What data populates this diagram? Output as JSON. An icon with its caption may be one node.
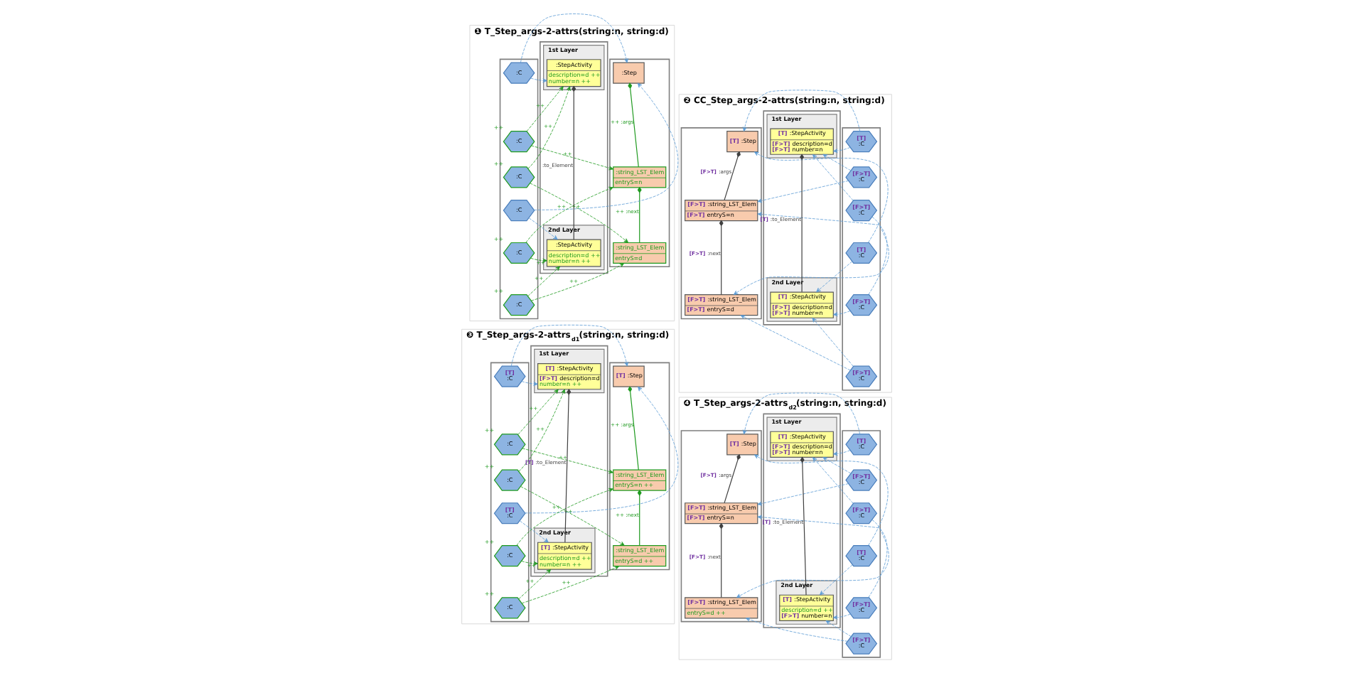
{
  "diagram": {
    "nodes": [
      {
        "text": [
          "❶ T_Step_args-2-attrs(string:n, string:d)"
        ]
      },
      {
        "text": [],
        "shape": "box",
        "in": 0
      },
      {
        "text": [
          ":Step"
        ],
        "in": 1
      },
      {
        "text": [
          ":string_LST_Elem",
          "entryS=n"
        ],
        "in": 1
      },
      {
        "text": [
          ":string_LST_Elem",
          "entryS=d"
        ],
        "in": 1
      },
      {
        "text": [],
        "shape": "box",
        "in": 0
      },
      {
        "text": [
          ":C"
        ],
        "in": 5
      },
      {
        "text": [
          ":C"
        ],
        "beside": [
          "++"
        ],
        "in": 5
      },
      {
        "text": [
          ":C"
        ],
        "beside": [
          "++"
        ],
        "in": 5
      },
      {
        "text": [
          ":C"
        ],
        "in": 5
      },
      {
        "text": [
          ":C"
        ],
        "beside": [
          "++"
        ],
        "in": 5
      },
      {
        "text": [
          ":C"
        ],
        "beside": [
          "++"
        ],
        "in": 5
      },
      {
        "text": [],
        "shape": "box",
        "in": 0
      },
      {
        "text": [
          "1st Layer"
        ],
        "in": 12
      },
      {
        "text": [
          ":StepActivity",
          "description=d ++",
          "number=n ++"
        ],
        "in": 13
      },
      {
        "text": [
          "2nd Layer"
        ],
        "in": 12
      },
      {
        "text": [
          ":StepActivity",
          "description=d ++",
          "number=n ++"
        ],
        "in": 15
      },
      {
        "text": [
          "❷ CC_Step_args-2-attrs(string:n, string:d)"
        ]
      },
      {
        "text": [],
        "shape": "box",
        "in": 17
      },
      {
        "text": [
          "[T] :Step"
        ],
        "in": 18
      },
      {
        "text": [
          "[F>T] :string_LST_Elem",
          "[F>T] entryS=n"
        ],
        "in": 18
      },
      {
        "text": [
          "[F>T] :string_LST_Elem",
          "[F>T] entryS=d"
        ],
        "in": 18
      },
      {
        "text": [],
        "shape": "box",
        "in": 17
      },
      {
        "text": [
          "[T] :C"
        ],
        "in": 22
      },
      {
        "text": [
          "[F>T] :C"
        ],
        "in": 22
      },
      {
        "text": [
          "[F>T] :C"
        ],
        "in": 22
      },
      {
        "text": [
          "[T] :C"
        ],
        "in": 22
      },
      {
        "text": [
          "[F>T] :C"
        ],
        "in": 22
      },
      {
        "text": [
          "[F>T] :C"
        ],
        "in": 22
      },
      {
        "text": [],
        "shape": "box",
        "in": 17
      },
      {
        "text": [
          "1st Layer"
        ],
        "in": 29
      },
      {
        "text": [
          "[T] :StepActivity",
          "[F>T] description=d",
          "[F>T] number=n"
        ],
        "in": 30
      },
      {
        "text": [
          "2nd Layer"
        ],
        "in": 29
      },
      {
        "text": [
          "[T] :StepActivity",
          "[F>T] description=d",
          "[F>T] number=n"
        ],
        "in": 32
      },
      {
        "text": [
          "❸ T_Step_args-2-attrs$_{d1}$(string:n, string:d)"
        ]
      },
      {
        "text": [],
        "shape": "box",
        "in": 34
      },
      {
        "text": [
          "[T] :Step"
        ],
        "in": 35
      },
      {
        "text": [
          ":string_LST_Elem",
          "entryS=n ++"
        ],
        "in": 35
      },
      {
        "text": [
          ":string_LST_Elem",
          "entryS=d ++"
        ],
        "in": 35
      },
      {
        "text": [],
        "shape": "box",
        "in": 34
      },
      {
        "text": [
          "[T] :C"
        ],
        "in": 39
      },
      {
        "text": [
          ":C"
        ],
        "beside": [
          "++"
        ],
        "in": 39
      },
      {
        "text": [
          ":C"
        ],
        "beside": [
          "++"
        ],
        "in": 39
      },
      {
        "text": [
          "[T] :C"
        ],
        "in": 39
      },
      {
        "text": [
          ":C"
        ],
        "beside": [
          "++"
        ],
        "in": 39
      },
      {
        "text": [
          ":C"
        ],
        "beside": [
          "++"
        ],
        "in": 39
      },
      {
        "text": [],
        "shape": "box",
        "in": 34
      },
      {
        "text": [
          "1st Layer"
        ],
        "in": 46
      },
      {
        "text": [
          "[T] :StepActivity",
          "[F>T] description=d",
          "number=n ++"
        ],
        "in": 47
      },
      {
        "text": [
          "2nd Layer"
        ],
        "in": 46
      },
      {
        "text": [
          "[T] :StepActivity",
          "description=d ++",
          "number=n ++"
        ],
        "in": 49
      },
      {
        "text": [
          "❹ T_Step_args-2-attrs$_{d2}$(string:n, string:d)"
        ]
      },
      {
        "text": [],
        "shape": "box",
        "in": 51
      },
      {
        "text": [
          "[T] :Step"
        ],
        "in": 52
      },
      {
        "text": [
          "[F>T] :string_LST_Elem",
          "[F>T] entryS=n"
        ],
        "in": 52
      },
      {
        "text": [
          "[F>T] :string_LST_Elem",
          "entryS=d ++"
        ],
        "in": 52
      },
      {
        "text": [],
        "shape": "box",
        "in": 51
      },
      {
        "text": [
          "[T] :C"
        ],
        "in": 56
      },
      {
        "text": [
          "[F>T] :C"
        ],
        "in": 56
      },
      {
        "text": [
          "[F>T] :C"
        ],
        "in": 56
      },
      {
        "text": [
          "[T] :C"
        ],
        "in": 56
      },
      {
        "text": [
          "[F>T] :C"
        ],
        "in": 56
      },
      {
        "text": [
          "[F>T] :C"
        ],
        "in": 56
      },
      {
        "text": [],
        "shape": "box",
        "in": 51
      },
      {
        "text": [
          "1st Layer"
        ],
        "in": 63
      },
      {
        "text": [
          "[T] :StepActivity",
          "[F>T] description=d",
          "[F>T] number=n"
        ],
        "in": 64
      },
      {
        "text": [
          "2nd Layer"
        ],
        "in": 63
      },
      {
        "text": [
          "[T] :StepActivity",
          "description=d ++",
          "[F>T] number=n"
        ],
        "in": 66
      }
    ],
    "edges": [
      {
        "from": 6,
        "to": 2,
        "arrow": "to",
        "style": "dashed"
      },
      {
        "from": 6,
        "to": 14,
        "arrow": "to",
        "style": "dashed"
      },
      {
        "from": 7,
        "to": 3,
        "arrow": "to",
        "style": "dashed",
        "color": "#1f9a1f",
        "label": "++"
      },
      {
        "from": 7,
        "to": 14,
        "arrow": "to",
        "style": "dashed",
        "color": "#1f9a1f",
        "label": "++"
      },
      {
        "from": 8,
        "to": 4,
        "arrow": "to",
        "style": "dashed",
        "color": "#1f9a1f",
        "label": "++"
      },
      {
        "from": 8,
        "to": 14,
        "arrow": "to",
        "style": "dashed",
        "color": "#1f9a1f",
        "label": "++"
      },
      {
        "from": 9,
        "to": 2,
        "arrow": "to",
        "style": "dashed"
      },
      {
        "from": 9,
        "to": 16,
        "arrow": "to",
        "style": "dashed"
      },
      {
        "from": 10,
        "to": 3,
        "arrow": "to",
        "style": "dashed",
        "color": "#1f9a1f",
        "label": "++"
      },
      {
        "from": 10,
        "to": 16,
        "arrow": "to",
        "style": "dashed",
        "color": "#1f9a1f",
        "label": "++"
      },
      {
        "from": 11,
        "to": 4,
        "arrow": "to",
        "style": "dashed",
        "color": "#1f9a1f",
        "label": "++"
      },
      {
        "from": 11,
        "to": 16,
        "arrow": "to",
        "style": "dashed",
        "color": "#1f9a1f",
        "label": "++"
      },
      {
        "from": 2,
        "to": 3,
        "arrow": "other",
        "label": "++ :args",
        "color": "#1f9a1f"
      },
      {
        "from": 3,
        "to": 4,
        "arrow": "other",
        "label": "++ :next",
        "color": "#1f9a1f"
      },
      {
        "from": 14,
        "to": 16,
        "arrow": "other",
        "label": ":to_Element",
        "color": "#404040"
      },
      {
        "from": 23,
        "to": 19,
        "arrow": "to",
        "style": "dashed"
      },
      {
        "from": 23,
        "to": 31,
        "arrow": "to",
        "style": "dashed"
      },
      {
        "from": 24,
        "to": 20,
        "arrow": "to",
        "style": "dashed"
      },
      {
        "from": 24,
        "to": 31,
        "arrow": "to",
        "style": "dashed"
      },
      {
        "from": 25,
        "to": 21,
        "arrow": "to",
        "style": "dashed"
      },
      {
        "from": 25,
        "to": 31,
        "arrow": "to",
        "style": "dashed"
      },
      {
        "from": 26,
        "to": 19,
        "arrow": "to",
        "style": "dashed"
      },
      {
        "from": 26,
        "to": 33,
        "arrow": "to",
        "style": "dashed"
      },
      {
        "from": 27,
        "to": 20,
        "arrow": "to",
        "style": "dashed"
      },
      {
        "from": 27,
        "to": 33,
        "arrow": "to",
        "style": "dashed"
      },
      {
        "from": 28,
        "to": 21,
        "arrow": "to",
        "style": "dashed"
      },
      {
        "from": 28,
        "to": 33,
        "arrow": "to",
        "style": "dashed"
      },
      {
        "from": 19,
        "to": 20,
        "arrow": "other",
        "label": "[F>T] :args",
        "color": "#404040"
      },
      {
        "from": 20,
        "to": 21,
        "arrow": "other",
        "label": "[F>T] :next",
        "color": "#404040"
      },
      {
        "from": 31,
        "to": 33,
        "arrow": "other",
        "label": "[T] :to_Element",
        "color": "#404040"
      },
      {
        "from": 40,
        "to": 36,
        "arrow": "to",
        "style": "dashed"
      },
      {
        "from": 40,
        "to": 48,
        "arrow": "to",
        "style": "dashed"
      },
      {
        "from": 41,
        "to": 37,
        "arrow": "to",
        "style": "dashed",
        "color": "#1f9a1f",
        "label": "++"
      },
      {
        "from": 41,
        "to": 48,
        "arrow": "to",
        "style": "dashed",
        "color": "#1f9a1f",
        "label": "++"
      },
      {
        "from": 42,
        "to": 38,
        "arrow": "to",
        "style": "dashed",
        "color": "#1f9a1f",
        "label": "++"
      },
      {
        "from": 42,
        "to": 48,
        "arrow": "to",
        "style": "dashed",
        "color": "#1f9a1f",
        "label": "++"
      },
      {
        "from": 43,
        "to": 36,
        "arrow": "to",
        "style": "dashed"
      },
      {
        "from": 43,
        "to": 50,
        "arrow": "to",
        "style": "dashed"
      },
      {
        "from": 44,
        "to": 37,
        "arrow": "to",
        "style": "dashed",
        "color": "#1f9a1f",
        "label": "++"
      },
      {
        "from": 44,
        "to": 50,
        "arrow": "to",
        "style": "dashed",
        "color": "#1f9a1f",
        "label": "++"
      },
      {
        "from": 45,
        "to": 38,
        "arrow": "to",
        "style": "dashed",
        "color": "#1f9a1f",
        "label": "++"
      },
      {
        "from": 45,
        "to": 50,
        "arrow": "to",
        "style": "dashed",
        "color": "#1f9a1f",
        "label": "++"
      },
      {
        "from": 36,
        "to": 37,
        "arrow": "other",
        "label": "++ :args",
        "color": "#1f9a1f"
      },
      {
        "from": 37,
        "to": 38,
        "arrow": "other",
        "label": "++ :next",
        "color": "#1f9a1f"
      },
      {
        "from": 48,
        "to": 50,
        "arrow": "other",
        "label": "[T] :to_Element",
        "color": "#404040"
      },
      {
        "from": 57,
        "to": 53,
        "arrow": "to",
        "style": "dashed"
      },
      {
        "from": 57,
        "to": 65,
        "arrow": "to",
        "style": "dashed"
      },
      {
        "from": 58,
        "to": 54,
        "arrow": "to",
        "style": "dashed"
      },
      {
        "from": 58,
        "to": 65,
        "arrow": "to",
        "style": "dashed"
      },
      {
        "from": 59,
        "to": 55,
        "arrow": "to",
        "style": "dashed"
      },
      {
        "from": 59,
        "to": 65,
        "arrow": "to",
        "style": "dashed"
      },
      {
        "from": 60,
        "to": 53,
        "arrow": "to",
        "style": "dashed"
      },
      {
        "from": 60,
        "to": 67,
        "arrow": "to",
        "style": "dashed"
      },
      {
        "from": 61,
        "to": 54,
        "arrow": "to",
        "style": "dashed"
      },
      {
        "from": 61,
        "to": 67,
        "arrow": "to",
        "style": "dashed"
      },
      {
        "from": 62,
        "to": 55,
        "arrow": "to",
        "style": "dashed"
      },
      {
        "from": 62,
        "to": 67,
        "arrow": "to",
        "style": "dashed"
      },
      {
        "from": 53,
        "to": 54,
        "arrow": "other",
        "label": "[F>T] :args",
        "color": "#404040"
      },
      {
        "from": 54,
        "to": 55,
        "arrow": "other",
        "label": "[F>T] :next",
        "color": "#404040"
      },
      {
        "from": 65,
        "to": 67,
        "arrow": "other",
        "label": "[T] :to_Element",
        "color": "#404040"
      }
    ]
  }
}
